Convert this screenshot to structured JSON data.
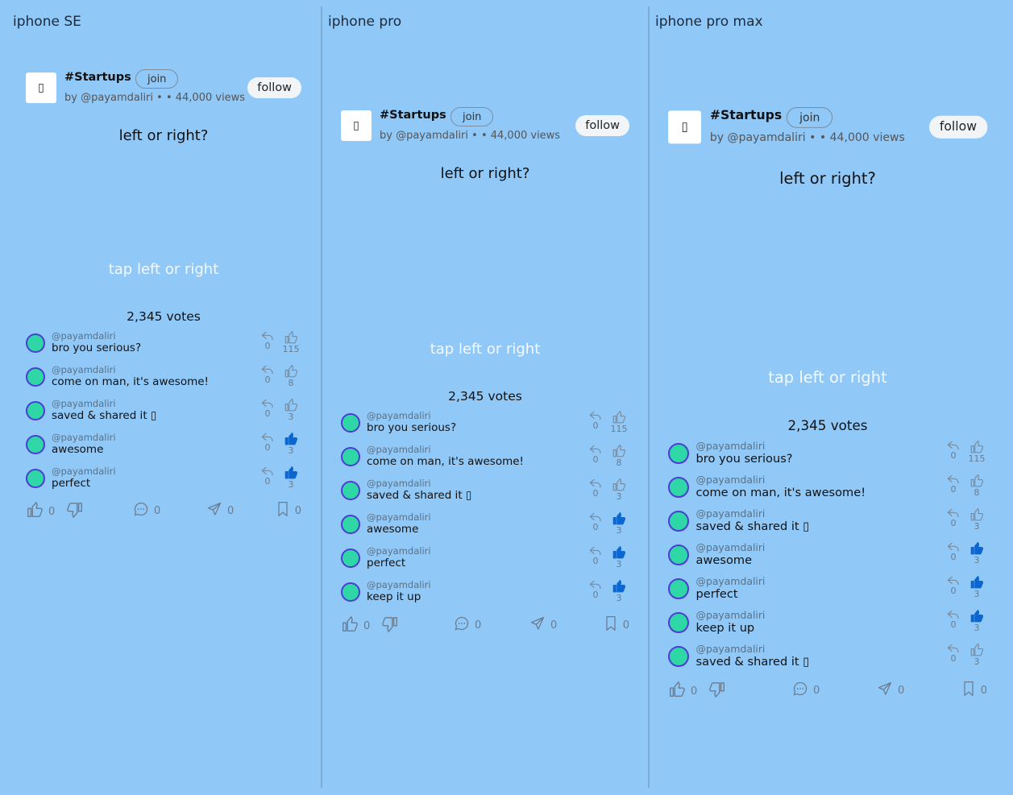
{
  "devices": [
    {
      "label": "iphone SE"
    },
    {
      "label": "iphone pro"
    },
    {
      "label": "iphone pro max"
    }
  ],
  "post": {
    "topic": "#Startups",
    "join_label": "join",
    "byline": "by @payamdaliri •  • 44,000 views",
    "follow_label": "follow",
    "avatar_glyph": "▯",
    "question": "left or right?",
    "tap_hint": "tap left or right",
    "votes": "2,345 votes"
  },
  "comments": [
    {
      "user": "@payamdaliri",
      "text": "bro you serious?",
      "replies": "0",
      "likes": "115",
      "liked": false
    },
    {
      "user": "@payamdaliri",
      "text": "come on man, it's awesome!",
      "replies": "0",
      "likes": "8",
      "liked": false
    },
    {
      "user": "@payamdaliri",
      "text": "saved & shared it ▯",
      "replies": "0",
      "likes": "3",
      "liked": false
    },
    {
      "user": "@payamdaliri",
      "text": "awesome",
      "replies": "0",
      "likes": "3",
      "liked": true
    },
    {
      "user": "@payamdaliri",
      "text": "perfect",
      "replies": "0",
      "likes": "3",
      "liked": true
    },
    {
      "user": "@payamdaliri",
      "text": "keep it up",
      "replies": "0",
      "likes": "3",
      "liked": true
    },
    {
      "user": "@payamdaliri",
      "text": "saved & shared it ▯",
      "replies": "0",
      "likes": "3",
      "liked": false
    }
  ],
  "actions": {
    "like_count": "0",
    "comment_count": "0",
    "share_count": "0",
    "save_count": "0"
  },
  "colors": {
    "background": "#90c8f8",
    "liked_blue": "#0b66d0",
    "avatar_fill": "#2fd6a6",
    "avatar_ring": "#4a3cd6"
  }
}
